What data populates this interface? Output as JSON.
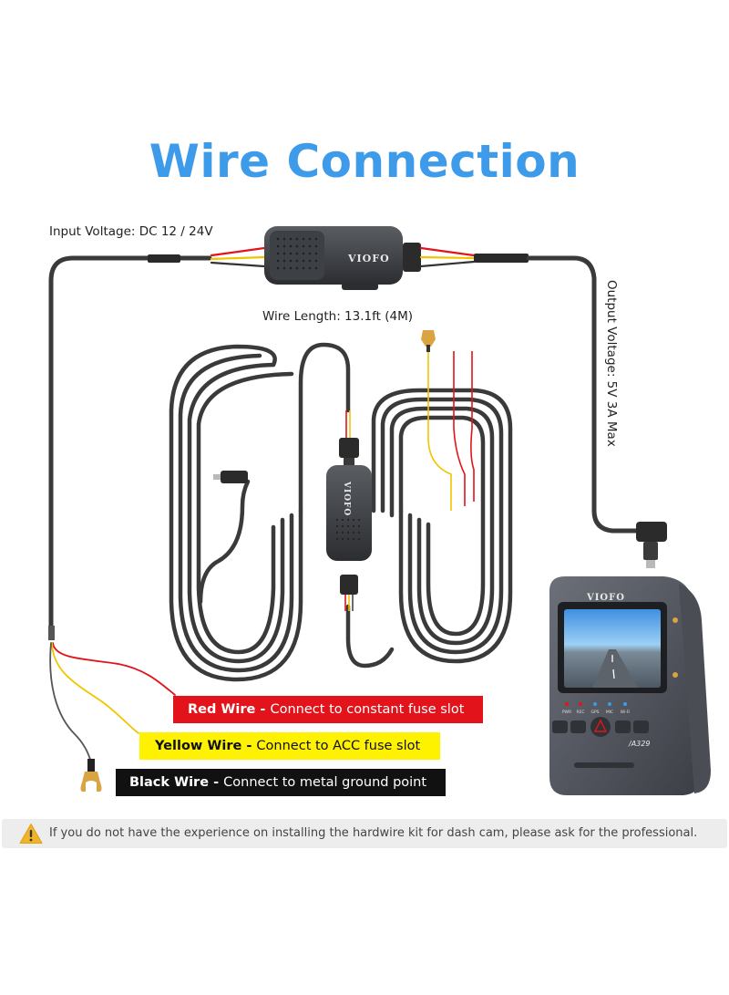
{
  "title": "Wire Connection",
  "labels": {
    "input_voltage": "Input Voltage: DC 12 / 24V",
    "output_voltage": "Output Voltage: 5V 3A Max",
    "wire_length": "Wire Length: 13.1ft (4M)"
  },
  "wires": {
    "red": {
      "name": "Red Wire - ",
      "desc": "Connect to constant fuse slot",
      "color": "#e3131b"
    },
    "yellow": {
      "name": "Yellow Wire - ",
      "desc": "Connect to ACC fuse slot",
      "color": "#fff200"
    },
    "black": {
      "name": "Black Wire - ",
      "desc": "Connect to metal ground point",
      "color": "#111111"
    }
  },
  "brand": "VIOFO",
  "camera": {
    "brand": "VIOFO",
    "model": "/A329",
    "indicators": [
      "PWR",
      "REC",
      "GPS",
      "MIC",
      "Wi-Fi"
    ]
  },
  "warning": {
    "icon": "warning-triangle-icon",
    "text": "If you do not have the experience on installing the hardwire kit for dash cam, please ask for the professional."
  },
  "colors": {
    "title": "#3d9be9",
    "cable": "#3a3a3a"
  }
}
